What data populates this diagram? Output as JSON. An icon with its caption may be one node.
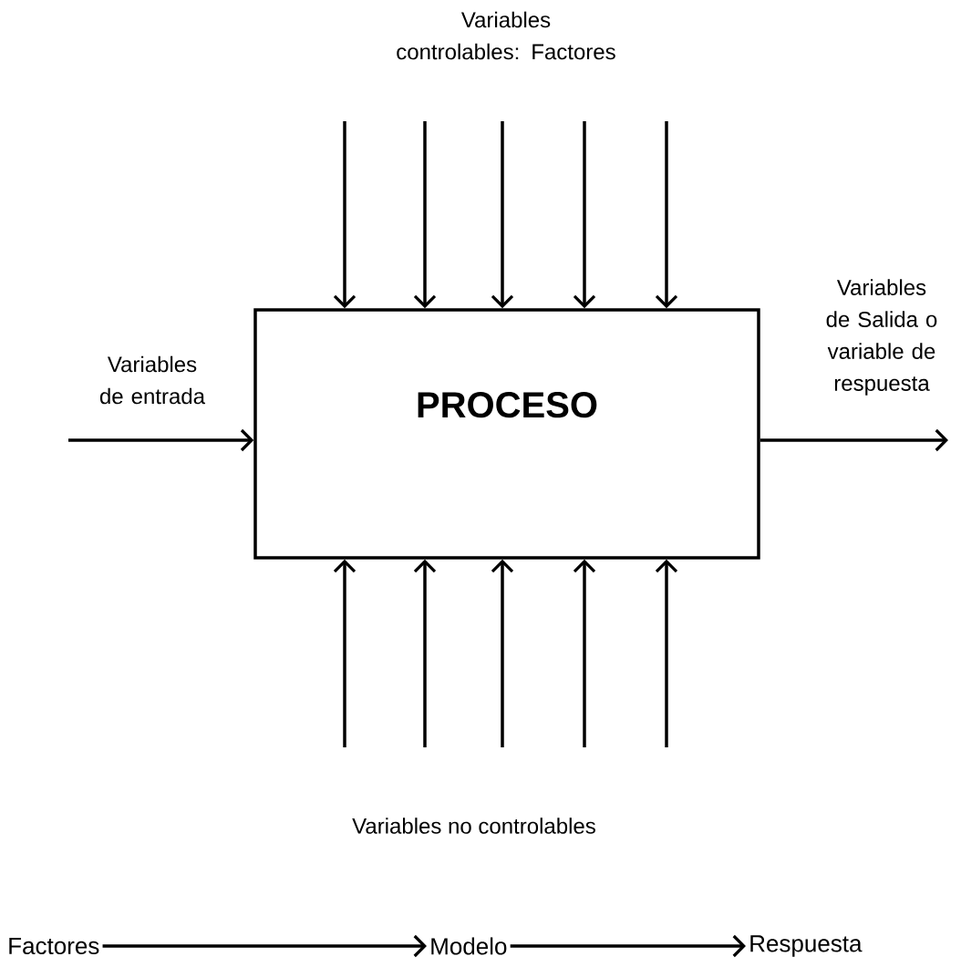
{
  "diagram": {
    "nodes": [
      {
        "text": [
          "PROCESO"
        ]
      },
      {
        "text": [
          "Factores"
        ]
      },
      {
        "text": [
          "Modelo"
        ]
      },
      {
        "text": [
          "Respuesta"
        ]
      }
    ],
    "edges": [
      {
        "from": null,
        "to": 0,
        "arrow": "to"
      },
      {
        "from": null,
        "to": 0,
        "arrow": "to"
      },
      {
        "from": null,
        "to": 0,
        "arrow": "to"
      },
      {
        "from": null,
        "to": 0,
        "arrow": "to"
      },
      {
        "from": null,
        "to": 0,
        "arrow": "to"
      },
      {
        "from": null,
        "to": 0,
        "arrow": "to"
      },
      {
        "from": null,
        "to": 0,
        "arrow": "to"
      },
      {
        "from": null,
        "to": 0,
        "arrow": "to"
      },
      {
        "from": null,
        "to": 0,
        "arrow": "to"
      },
      {
        "from": null,
        "to": 0,
        "arrow": "to"
      },
      {
        "from": null,
        "to": 0,
        "arrow": "to"
      },
      {
        "from": 0,
        "to": null,
        "arrow": "to"
      },
      {
        "from": 1,
        "to": 2,
        "arrow": "to"
      },
      {
        "from": 2,
        "to": 3,
        "arrow": "to"
      }
    ],
    "labels": [
      "Variables controlables: Factores",
      "Variables de entrada",
      "Variables de Salida o variable de respuesta",
      "Variables no controlables"
    ]
  }
}
